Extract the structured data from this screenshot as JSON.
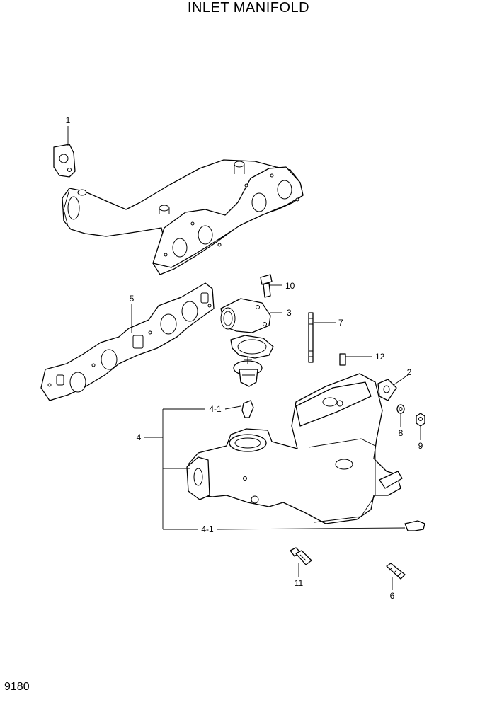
{
  "title": "INLET MANIFOLD",
  "page_number": "9180",
  "callouts": {
    "c1": "1",
    "c2": "2",
    "c3": "3",
    "c4": "4",
    "c4_1a": "4-1",
    "c4_1b": "4-1",
    "c5": "5",
    "c6": "6",
    "c7": "7",
    "c8": "8",
    "c9": "9",
    "c10": "10",
    "c11": "11",
    "c12": "12"
  }
}
